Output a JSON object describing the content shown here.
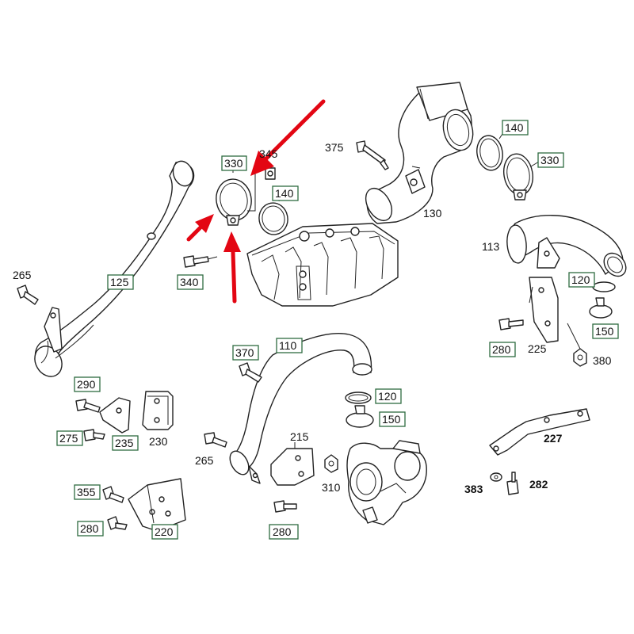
{
  "diagram": {
    "part_labels": {
      "p330_top": "330",
      "p345": "345",
      "p140_top": "140",
      "p375": "375",
      "p140_right": "140",
      "p330_right": "330",
      "p130": "130",
      "p265_left": "265",
      "p125": "125",
      "p340": "340",
      "p113": "113",
      "p120_right": "120",
      "p150_right": "150",
      "p280_right": "280",
      "p225": "225",
      "p380": "380",
      "p370": "370",
      "p110": "110",
      "p290": "290",
      "p120_mid": "120",
      "p150_mid": "150",
      "p275": "275",
      "p235": "235",
      "p230": "230",
      "p215": "215",
      "p227": "227",
      "p265_mid": "265",
      "p310": "310",
      "p383": "383",
      "p282": "282",
      "p355": "355",
      "p280_bottom_left": "280",
      "p220": "220",
      "p280_bottom_mid": "280"
    },
    "colors": {
      "highlight_box": "#2e6b40",
      "arrow": "#e30613",
      "line": "#222222"
    }
  }
}
